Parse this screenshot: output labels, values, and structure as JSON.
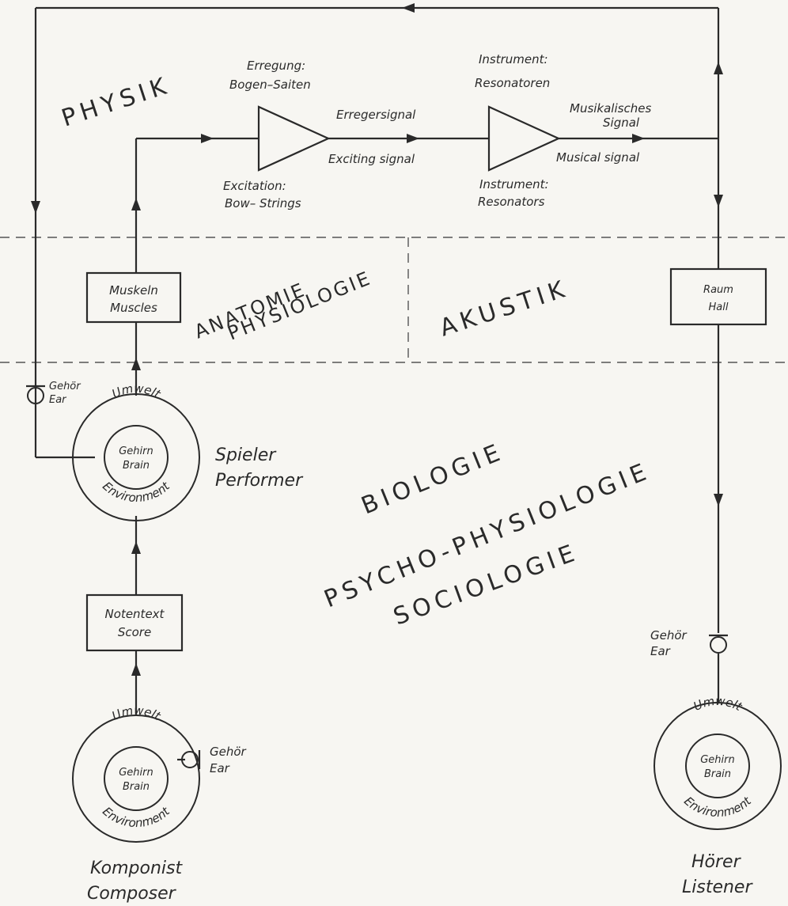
{
  "fields": {
    "physik": "PHYSIK",
    "anatomie": "ANATOMIE",
    "physiologie": "PHYSIOLOGIE",
    "akustik": "AKUSTIK",
    "biologie": "BIOLOGIE",
    "psycho_physiologie": "PSYCHO-PHYSIOLOGIE",
    "sociologie": "SOCIOLOGIE"
  },
  "excitation": {
    "de_label": "Erregung:",
    "de_sub": "Bogen–Saiten",
    "en_label": "Excitation:",
    "en_sub": "Bow– Strings"
  },
  "instrument": {
    "de_label": "Instrument:",
    "de_sub": "Resonatoren",
    "en_label": "Instrument:",
    "en_sub": "Resonators"
  },
  "signals": {
    "exciting_de": "Erregersignal",
    "exciting_en": "Exciting signal",
    "musical_de_1": "Musikalisches",
    "musical_de_2": "Signal",
    "musical_en": "Musical signal"
  },
  "boxes": {
    "muscles_de": "Muskeln",
    "muscles_en": "Muscles",
    "score_de": "Notentext",
    "score_en": "Score",
    "room_de": "Raum",
    "room_en": "Hall"
  },
  "ear": {
    "de": "Gehör",
    "en": "Ear"
  },
  "person": {
    "umwelt": "Umwelt",
    "gehirn": "Gehirn",
    "brain": "Brain",
    "environment": "Environment"
  },
  "roles": {
    "performer_de": "Spieler",
    "performer_en": "Performer",
    "composer_de": "Komponist",
    "composer_en": "Composer",
    "listener_de": "Hörer",
    "listener_en": "Listener"
  }
}
